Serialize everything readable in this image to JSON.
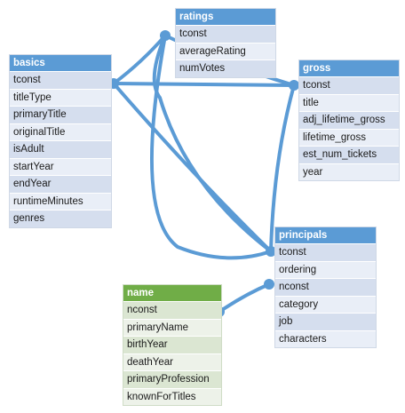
{
  "colors": {
    "link": "#5b9bd5",
    "blue_header": "#5b9bd5",
    "green_header": "#70ad47"
  },
  "tables": {
    "basics": {
      "title": "basics",
      "columns": [
        "tconst",
        "titleType",
        "primaryTitle",
        "originalTitle",
        "isAdult",
        "startYear",
        "endYear",
        "runtimeMinutes",
        "genres"
      ]
    },
    "ratings": {
      "title": "ratings",
      "columns": [
        "tconst",
        "averageRating",
        "numVotes"
      ]
    },
    "gross": {
      "title": "gross",
      "columns": [
        "tconst",
        "title",
        "adj_lifetime_gross",
        "lifetime_gross",
        "est_num_tickets",
        "year"
      ]
    },
    "principals": {
      "title": "principals",
      "columns": [
        "tconst",
        "ordering",
        "nconst",
        "category",
        "job",
        "characters"
      ]
    },
    "name": {
      "title": "name",
      "columns": [
        "nconst",
        "primaryName",
        "birthYear",
        "deathYear",
        "primaryProfession",
        "knownForTitles"
      ]
    }
  },
  "relationships": [
    {
      "from": "basics.tconst",
      "to": "ratings.tconst"
    },
    {
      "from": "basics.tconst",
      "to": "gross.tconst"
    },
    {
      "from": "basics.tconst",
      "to": "principals.tconst"
    },
    {
      "from": "ratings.tconst",
      "to": "gross.tconst"
    },
    {
      "from": "ratings.tconst",
      "to": "principals.tconst"
    },
    {
      "from": "gross.tconst",
      "to": "principals.tconst"
    },
    {
      "from": "name.nconst",
      "to": "principals.nconst"
    }
  ]
}
